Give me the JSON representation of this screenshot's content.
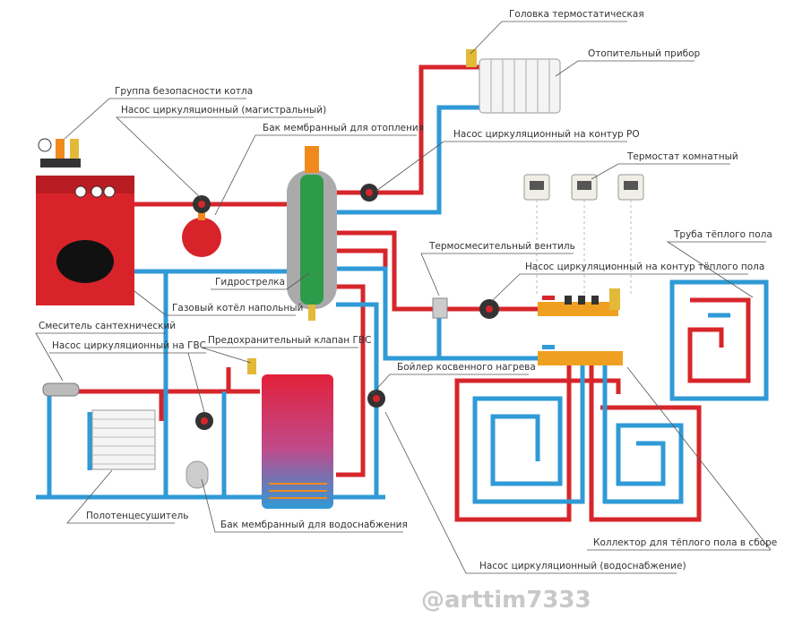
{
  "labels": {
    "thermo_head": "Головка термостатическая",
    "radiator": "Отопительный прибор",
    "boiler_safety": "Группа безопасности котла",
    "main_pump": "Насос циркуляционный (магистральный)",
    "heating_tank": "Бак мембранный для отопления",
    "ro_pump": "Насос циркуляционный на контур РО",
    "room_thermostat": "Термостат комнатный",
    "floor_pipe": "Труба тёплого пола",
    "mixing_valve": "Термосмесительный вентиль",
    "floor_pump": "Насос циркуляционный на контур тёплого пола",
    "hydro_arrow": "Гидрострелка",
    "gas_boiler": "Газовый котёл напольный",
    "mixer": "Смеситель сантехнический",
    "dhw_safety_valve": "Предохранительный клапан ГВС",
    "dhw_pump": "Насос циркуляционный на ГВС",
    "indirect_boiler": "Бойлер косвенного нагрева",
    "towel_dryer": "Полотенцесушитель",
    "water_tank": "Бак мембранный для водоснабжения",
    "floor_manifold": "Коллектор для тёплого пола в сборе",
    "water_pump": "Насос циркуляционный (водоснабжение)"
  },
  "watermark": "@arttim7333",
  "colors": {
    "hot": "#d6262b",
    "cold": "#2f9ad6",
    "fitting": "#f08a1c",
    "hydro": "#2e9b4a"
  }
}
